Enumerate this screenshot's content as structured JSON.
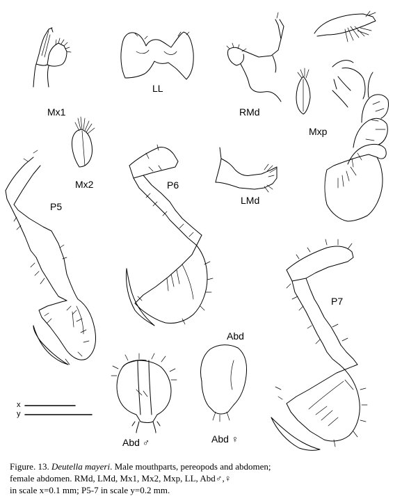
{
  "labels": {
    "mx1": "Mx1",
    "ll": "LL",
    "rmd": "RMd",
    "mxp": "Mxp",
    "mx2": "Mx2",
    "p6": "P6",
    "lmd": "LMd",
    "p5": "P5",
    "p7": "P7",
    "abd": "Abd",
    "abd_male": "Abd ♂",
    "abd_female": "Abd ♀"
  },
  "scale_bars": {
    "x": "x",
    "y": "y"
  },
  "caption": {
    "prefix": "Figure. 13.",
    "species": "Deutella mayeri",
    "line1_rest": ". Male mouthparts, pereopods and abdomen;",
    "line2": "female abdomen. RMd, LMd, Mx1, Mx2, Mxp, LL, Abd♂,♀",
    "line3": "in scale x=0.1 mm; P5-7 in scale y=0.2 mm."
  }
}
